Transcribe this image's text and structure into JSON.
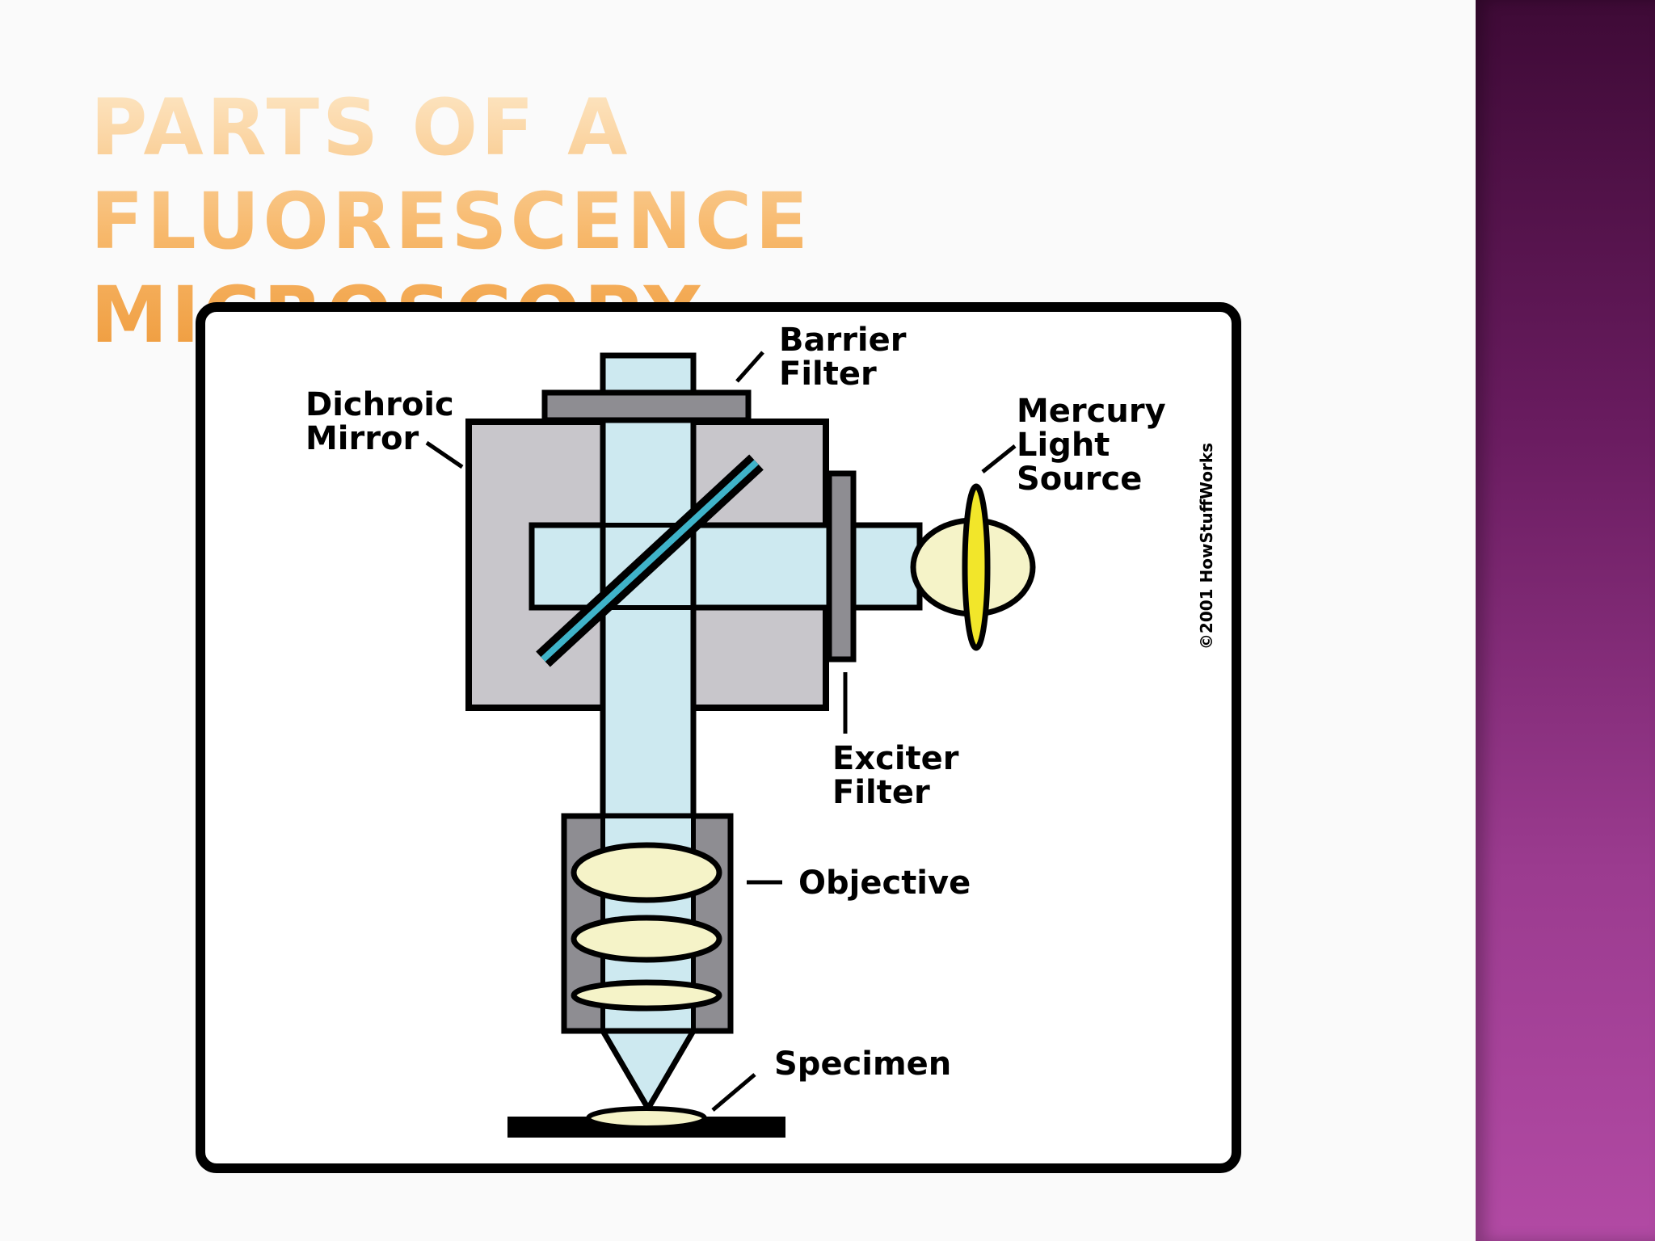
{
  "slide": {
    "title_line1": "Parts of a fluorescence",
    "title_line2": "microscopy"
  },
  "diagram": {
    "labels": {
      "barrier_filter": [
        "Barrier",
        "Filter"
      ],
      "dichroic_mirror": [
        "Dichroic",
        "Mirror"
      ],
      "mercury_light_source": [
        "Mercury",
        "Light",
        "Source"
      ],
      "exciter_filter": [
        "Exciter",
        "Filter"
      ],
      "objective": "Objective",
      "specimen": "Specimen"
    },
    "copyright": "©2001 HowStuffWorks"
  },
  "colors": {
    "beam": "#cde9f0",
    "block": "#c8c6cb",
    "filter": "#8e8d92",
    "lens": "#f5f3c8",
    "lamp_core": "#f2e62a",
    "accent_band": "#8a2a7f"
  }
}
